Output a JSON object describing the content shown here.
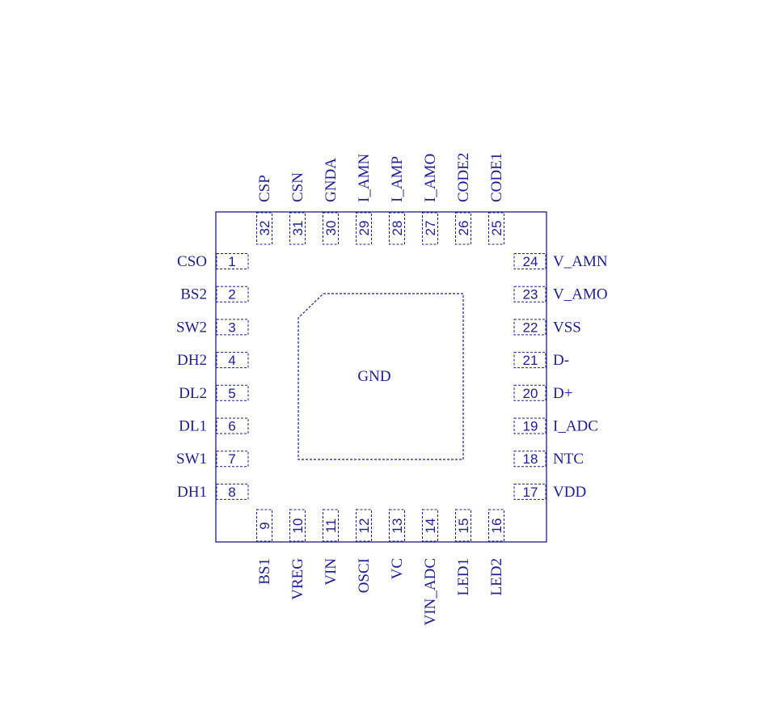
{
  "colors": {
    "ink": "#1e1e8c"
  },
  "package": {
    "pad_label": "GND",
    "left_pins": [
      {
        "num": "1",
        "name": "CSO"
      },
      {
        "num": "2",
        "name": "BS2"
      },
      {
        "num": "3",
        "name": "SW2"
      },
      {
        "num": "4",
        "name": "DH2"
      },
      {
        "num": "5",
        "name": "DL2"
      },
      {
        "num": "6",
        "name": "DL1"
      },
      {
        "num": "7",
        "name": "SW1"
      },
      {
        "num": "8",
        "name": "DH1"
      }
    ],
    "bottom_pins": [
      {
        "num": "9",
        "name": "BS1"
      },
      {
        "num": "10",
        "name": "VREG"
      },
      {
        "num": "11",
        "name": "VIN"
      },
      {
        "num": "12",
        "name": "OSCI"
      },
      {
        "num": "13",
        "name": "VC"
      },
      {
        "num": "14",
        "name": "VIN_ADC"
      },
      {
        "num": "15",
        "name": "LED1"
      },
      {
        "num": "16",
        "name": "LED2"
      }
    ],
    "right_pins": [
      {
        "num": "17",
        "name": "VDD"
      },
      {
        "num": "18",
        "name": "NTC"
      },
      {
        "num": "19",
        "name": "I_ADC"
      },
      {
        "num": "20",
        "name": "D+"
      },
      {
        "num": "21",
        "name": "D-"
      },
      {
        "num": "22",
        "name": "VSS"
      },
      {
        "num": "23",
        "name": "V_AMO"
      },
      {
        "num": "24",
        "name": "V_AMN"
      }
    ],
    "top_pins": [
      {
        "num": "25",
        "name": "CODE1"
      },
      {
        "num": "26",
        "name": "CODE2"
      },
      {
        "num": "27",
        "name": "I_AMO"
      },
      {
        "num": "28",
        "name": "I_AMP"
      },
      {
        "num": "29",
        "name": "I_AMN"
      },
      {
        "num": "30",
        "name": "GNDA"
      },
      {
        "num": "31",
        "name": "CSN"
      },
      {
        "num": "32",
        "name": "CSP"
      }
    ]
  }
}
